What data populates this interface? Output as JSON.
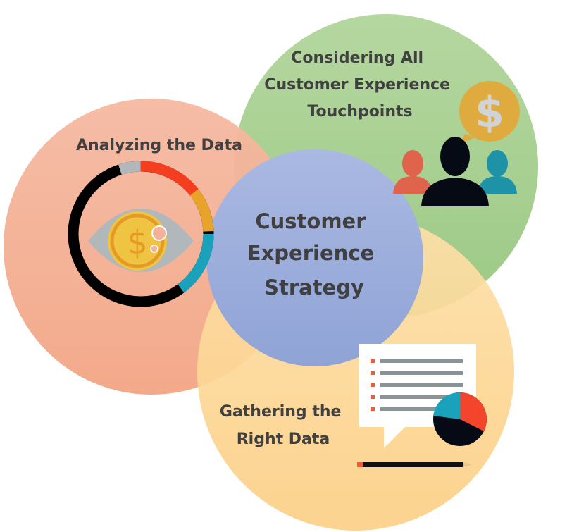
{
  "center": {
    "lines": [
      "Customer",
      "Experience",
      "Strategy"
    ]
  },
  "circles": {
    "touchpoints": {
      "lines": [
        "Considering All",
        "Customer Experience",
        "Touchpoints"
      ]
    },
    "analyzing": {
      "lines": [
        "Analyzing the Data"
      ]
    },
    "gathering": {
      "lines": [
        "Gathering the",
        "Right Data"
      ]
    }
  },
  "colors": {
    "green": "#a9d08e",
    "red": "#f4b09a",
    "yellow": "#fdd697",
    "blue": "#9fb0de"
  },
  "icons": [
    "donut-chart-eye-dollar-icon",
    "people-dollar-speech-icon",
    "checklist-pie-chart-icon",
    "pencil-icon"
  ]
}
